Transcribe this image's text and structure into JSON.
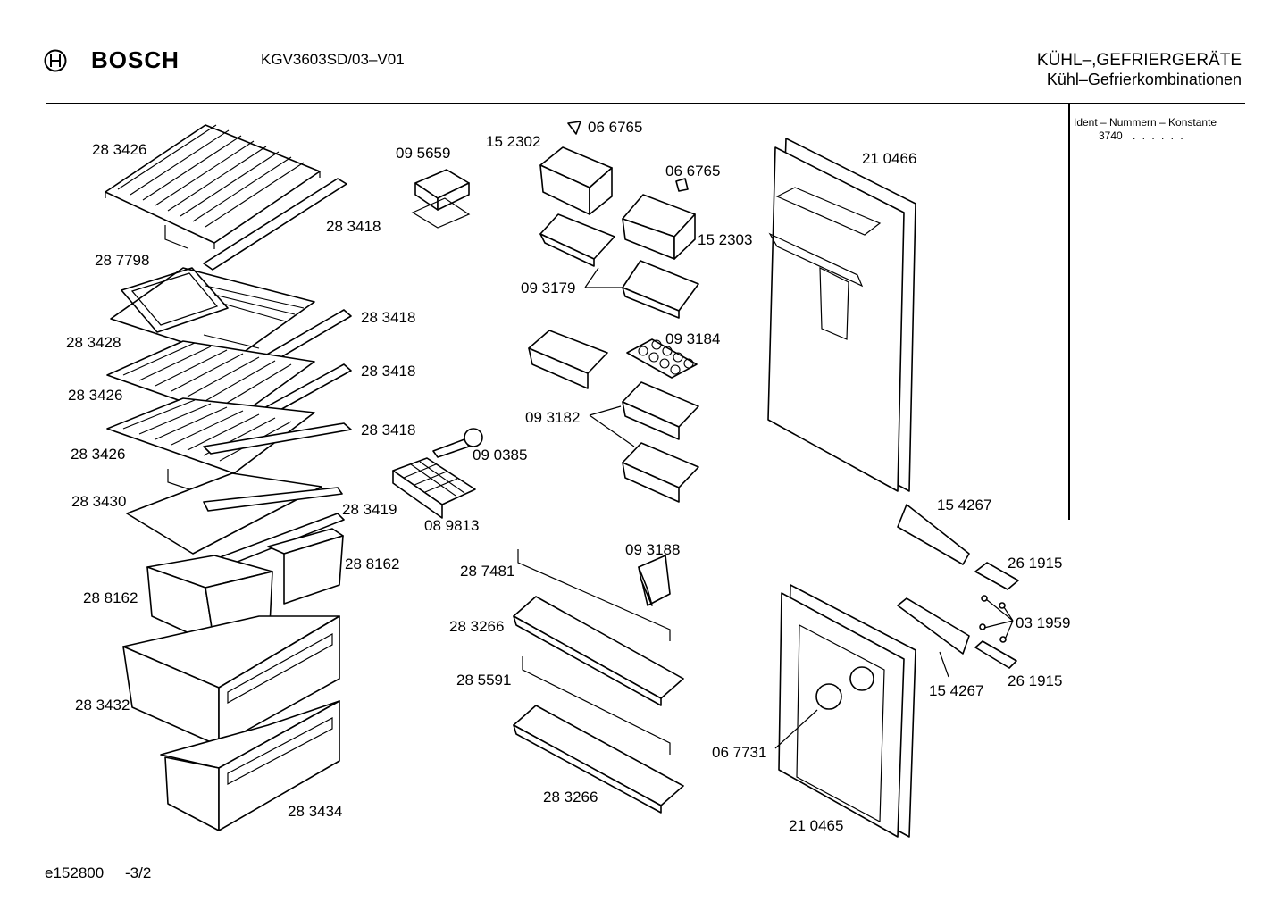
{
  "header": {
    "brand": "BOSCH",
    "model": "KGV3603SD/03–V01",
    "category_line1": "KÜHL–,GEFRIERGERÄTE",
    "category_line2": "Kühl–Gefrierkombinationen"
  },
  "ident": {
    "title": "Ident – Nummern – Konstante",
    "value": "3740",
    "dots": ". .   . . . ."
  },
  "footer": {
    "code": "e152800",
    "sheet": "-3/2"
  },
  "labels": {
    "l283426a": "28 3426",
    "l283418a": "28 3418",
    "l287798": "28 7798",
    "l283428": "28 3428",
    "l283418b": "28 3418",
    "l283426b": "28 3426",
    "l283418c": "28 3418",
    "l283426c": "28 3426",
    "l283418d": "28 3418",
    "l283430": "28 3430",
    "l283419": "28 3419",
    "l288162a": "28 8162",
    "l288162b": "28 8162",
    "l283432": "28 3432",
    "l283434": "28 3434",
    "l095659": "09 5659",
    "l090385": "09 0385",
    "l089813": "08 9813",
    "l152302": "15 2302",
    "l066765a": "06 6765",
    "l066765b": "06 6765",
    "l152303": "15 2303",
    "l093179": "09 3179",
    "l093184": "09 3184",
    "l093182": "09 3182",
    "l093188": "09 3188",
    "l287481": "28 7481",
    "l283266a": "28 3266",
    "l285591": "28 5591",
    "l283266b": "28 3266",
    "l210466": "21 0466",
    "l154267a": "15 4267",
    "l261915a": "26 1915",
    "l031959": "03 1959",
    "l154267b": "15 4267",
    "l261915b": "26 1915",
    "l067731": "06 7731",
    "l210465": "21 0465"
  }
}
